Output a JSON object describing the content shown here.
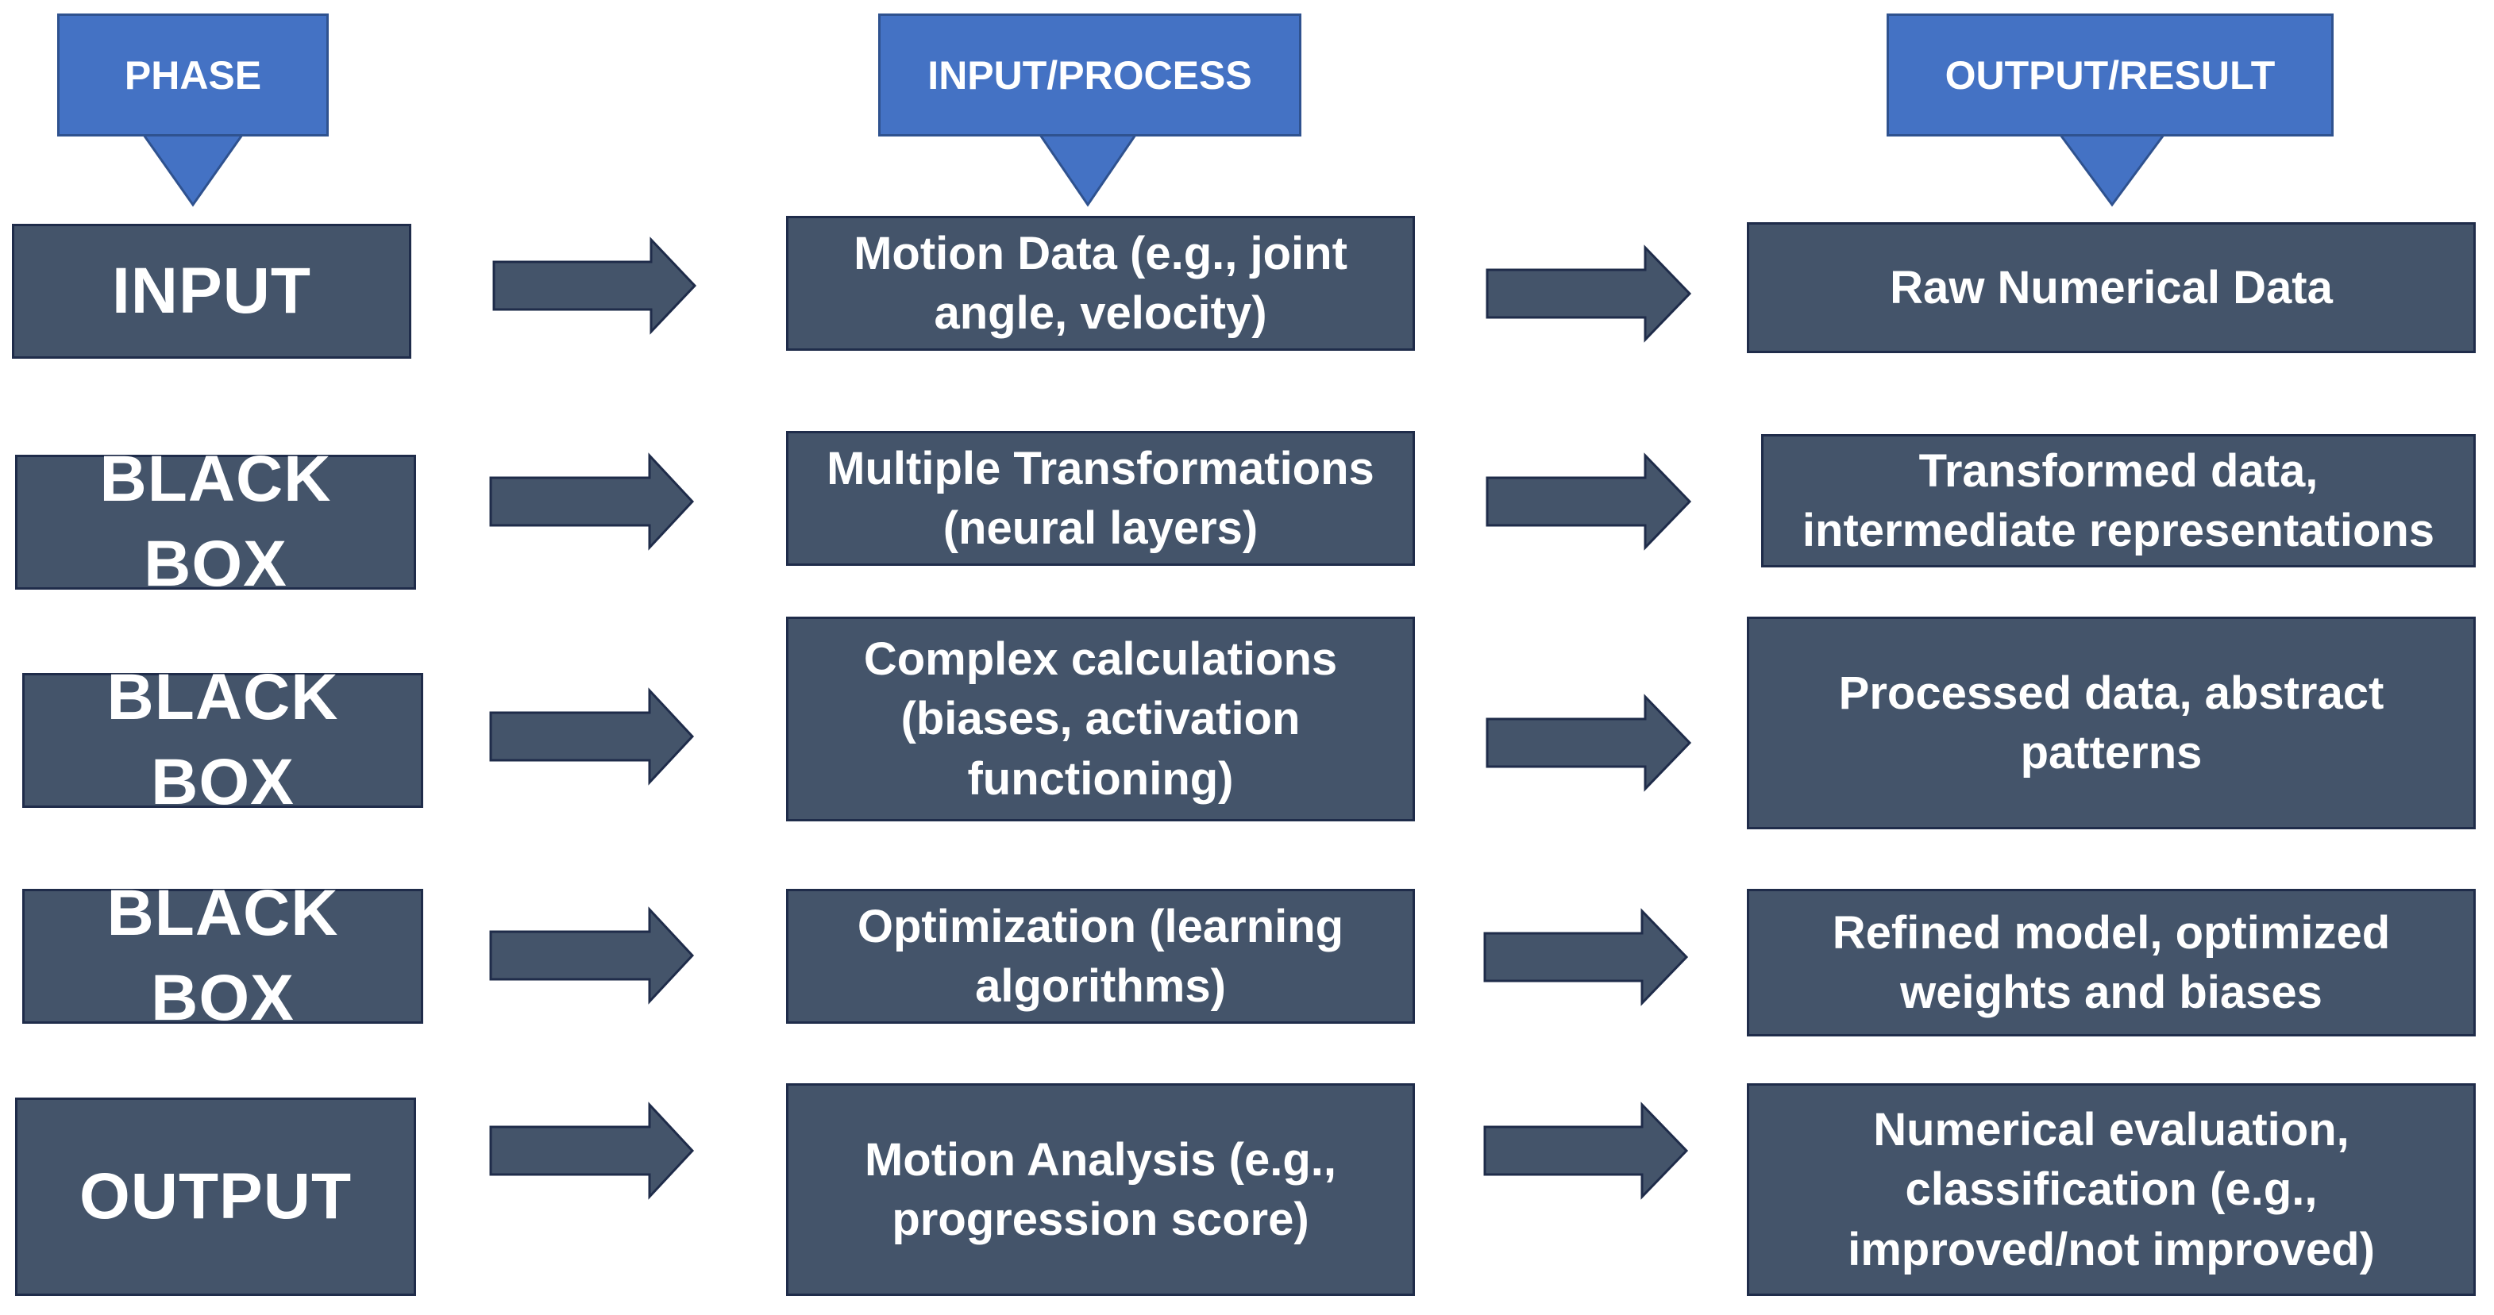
{
  "colors": {
    "header_fill": "#4472C4",
    "header_stroke": "#2f528f",
    "box_fill": "#44546A",
    "box_stroke": "#1f2c4a",
    "text": "#ffffff"
  },
  "headers": {
    "phase": "PHASE",
    "input_process": "INPUT/PROCESS",
    "output_result": "OUTPUT/RESULT"
  },
  "rows": [
    {
      "phase": "INPUT",
      "process": "Motion Data (e.g., joint angle, velocity)",
      "result": "Raw Numerical Data"
    },
    {
      "phase": "BLACK BOX",
      "process": "Multiple Transformations (neural layers)",
      "result": "Transformed data, intermediate representations"
    },
    {
      "phase": "BLACK BOX",
      "process": "Complex calculations (biases, activation functioning)",
      "result": "Processed data, abstract patterns"
    },
    {
      "phase": "BLACK BOX",
      "process": "Optimization (learning algorithms)",
      "result": "Refined model, optimized weights and biases"
    },
    {
      "phase": "OUTPUT",
      "process": "Motion Analysis (e.g., progression score)",
      "result": "Numerical evaluation, classification (e.g., improved/not improved)"
    }
  ]
}
